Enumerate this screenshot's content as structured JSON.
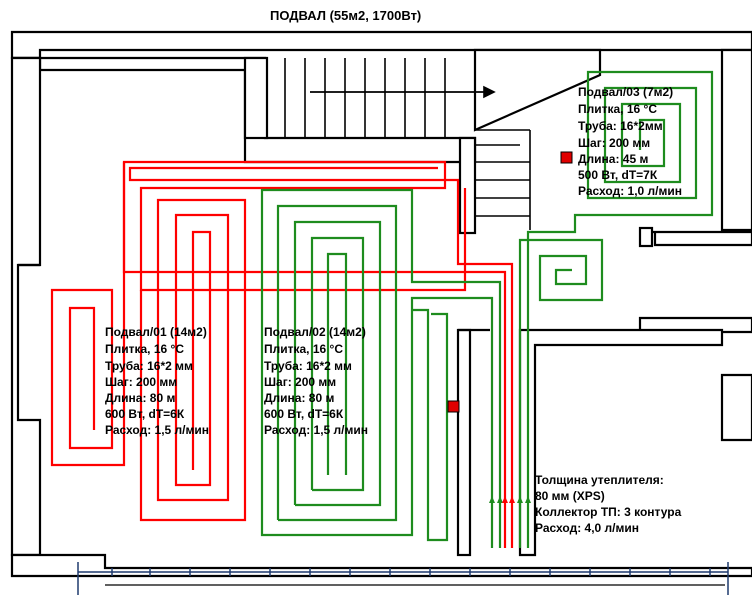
{
  "title": "ПОДВАЛ (55м2, 1700Вт)",
  "colors": {
    "circuit_red": "#ff0000",
    "circuit_green": "#1e8c1e",
    "wall": "#000000",
    "axis": "#1f3a6e",
    "marker": "#e00000"
  },
  "zones": [
    {
      "id": "01",
      "lines": [
        "Подвал/01 (14м2)",
        "Плитка, 16 °С",
        "Труба: 16*2 мм",
        "Шаг: 200 мм",
        "Длина: 80 м",
        "600 Вт, dT=6К",
        "Расход: 1,5 л/мин"
      ]
    },
    {
      "id": "02",
      "lines": [
        "Подвал/02 (14м2)",
        "Плитка, 16 °С",
        "Труба: 16*2 мм",
        "Шаг: 200 мм",
        "Длина: 80 м",
        "600 Вт, dT=6К",
        "Расход: 1,5 л/мин"
      ]
    },
    {
      "id": "03",
      "lines": [
        "Подвал/03 (7м2)",
        "Плитка, 16 °С",
        "Труба: 16*2мм",
        "Шаг: 200 мм",
        "Длина: 45 м",
        "500 Вт, dT=7К",
        "Расход: 1,0 л/мин"
      ]
    }
  ],
  "notes": [
    "Толщина утеплителя:",
    "80 мм (XPS)",
    "Коллектор ТП: 3 контура",
    "Расход: 4,0 л/мин"
  ]
}
